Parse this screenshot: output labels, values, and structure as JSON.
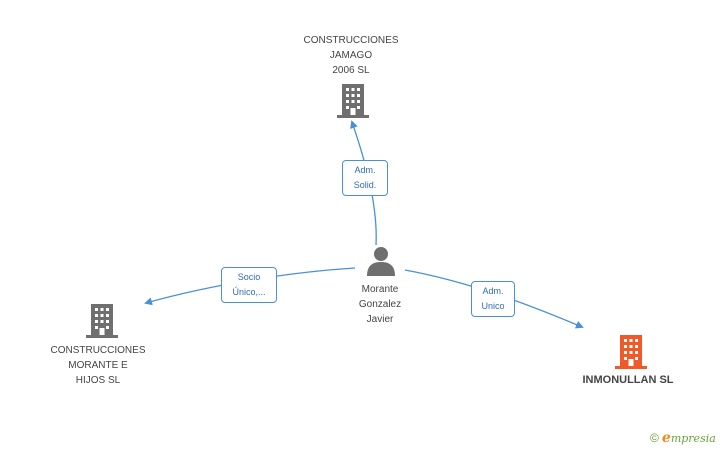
{
  "nodes": {
    "jamago": {
      "lines": [
        "CONSTRUCCIONES",
        "JAMAGO",
        "2006 SL"
      ],
      "icon": "building-icon"
    },
    "morante_hijos": {
      "lines": [
        "CONSTRUCCIONES",
        "MORANTE E",
        "HIJOS  SL"
      ],
      "icon": "building-icon"
    },
    "inmonullan": {
      "lines": [
        "INMONULLAN SL"
      ],
      "icon": "building-icon"
    },
    "person": {
      "lines": [
        "Morante",
        "Gonzalez",
        "Javier"
      ],
      "icon": "person-icon"
    }
  },
  "edges": {
    "to_jamago": {
      "lines": [
        "Adm.",
        "Solid."
      ]
    },
    "to_morante_hijos": {
      "lines": [
        "Socio",
        "Único,..."
      ]
    },
    "to_inmonullan": {
      "lines": [
        "Adm.",
        "Unico"
      ]
    }
  },
  "colors": {
    "building_gray": "#6f6f6f",
    "building_highlight": "#f05a28",
    "edge": "#4a90d9"
  },
  "brand": {
    "copyright": "©",
    "e": "e",
    "rest": "mpresia"
  }
}
